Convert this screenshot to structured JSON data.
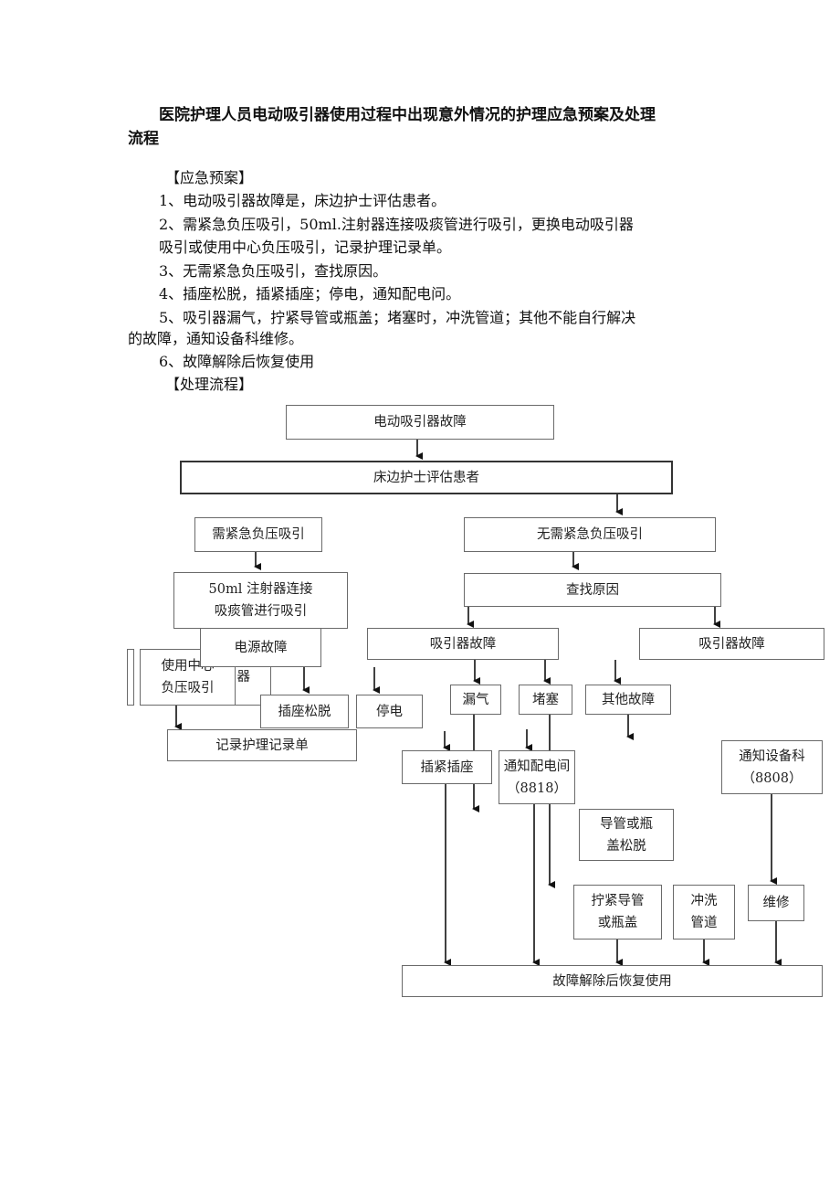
{
  "title": {
    "line1": "医院护理人员电动吸引器使用过程中出现意外情况的护理应急预案及处理",
    "line2": "流程"
  },
  "plan": {
    "heading": "【应急预案】",
    "lines": [
      "1、电动吸引器故障是，床边护士评估患者。",
      "2、需紧急负压吸引，50ml.注射器连接吸痰管进行吸引，更换电动吸引器",
      "吸引或使用中心负压吸引，记录护理记录单。",
      "3、无需紧急负压吸引，查找原因。",
      "4、插座松脱，插紧插座；停电，通知配电问。",
      "5、吸引器漏气，拧紧导管或瓶盖；堵塞时，冲洗管道；其他不能自行解决",
      "的故障，通知设备科维修。",
      "6、故障解除后恢复使用"
    ],
    "flow_heading": "【处理流程】"
  },
  "flowchart": {
    "fault": "电动吸引器故障",
    "assess": "床边护士评估患者",
    "urgent": "需紧急负压吸引",
    "syringe_1": "50ml 注射器连接",
    "syringe_2": "吸痰管进行吸引",
    "power_fault": "电源故障",
    "central_1": "使用中心",
    "central_2": "负压吸引",
    "central_hidden": "器",
    "plug_loose": "插座松脱",
    "power_off": "停电",
    "record": "记录护理记录单",
    "not_urgent": "无需紧急负压吸引",
    "find_cause": "查找原因",
    "suction_fault_a": "吸引器故障",
    "suction_fault_b": "吸引器故障",
    "leak": "漏气",
    "block": "堵塞",
    "other_fault": "其他故障",
    "plug_in": "插紧插座",
    "notify_power_1": "通知配电间",
    "notify_power_2": "（8818）",
    "notify_equip_1": "通知设备科",
    "notify_equip_2": "（8808）",
    "tube_loose_1": "导管或瓶",
    "tube_loose_2": "盖松脱",
    "tighten_1": "拧紧导管",
    "tighten_2": "或瓶盖",
    "flush_1": "冲洗",
    "flush_2": "管道",
    "repair": "维修",
    "resolved": "故障解除后恢复使用"
  }
}
